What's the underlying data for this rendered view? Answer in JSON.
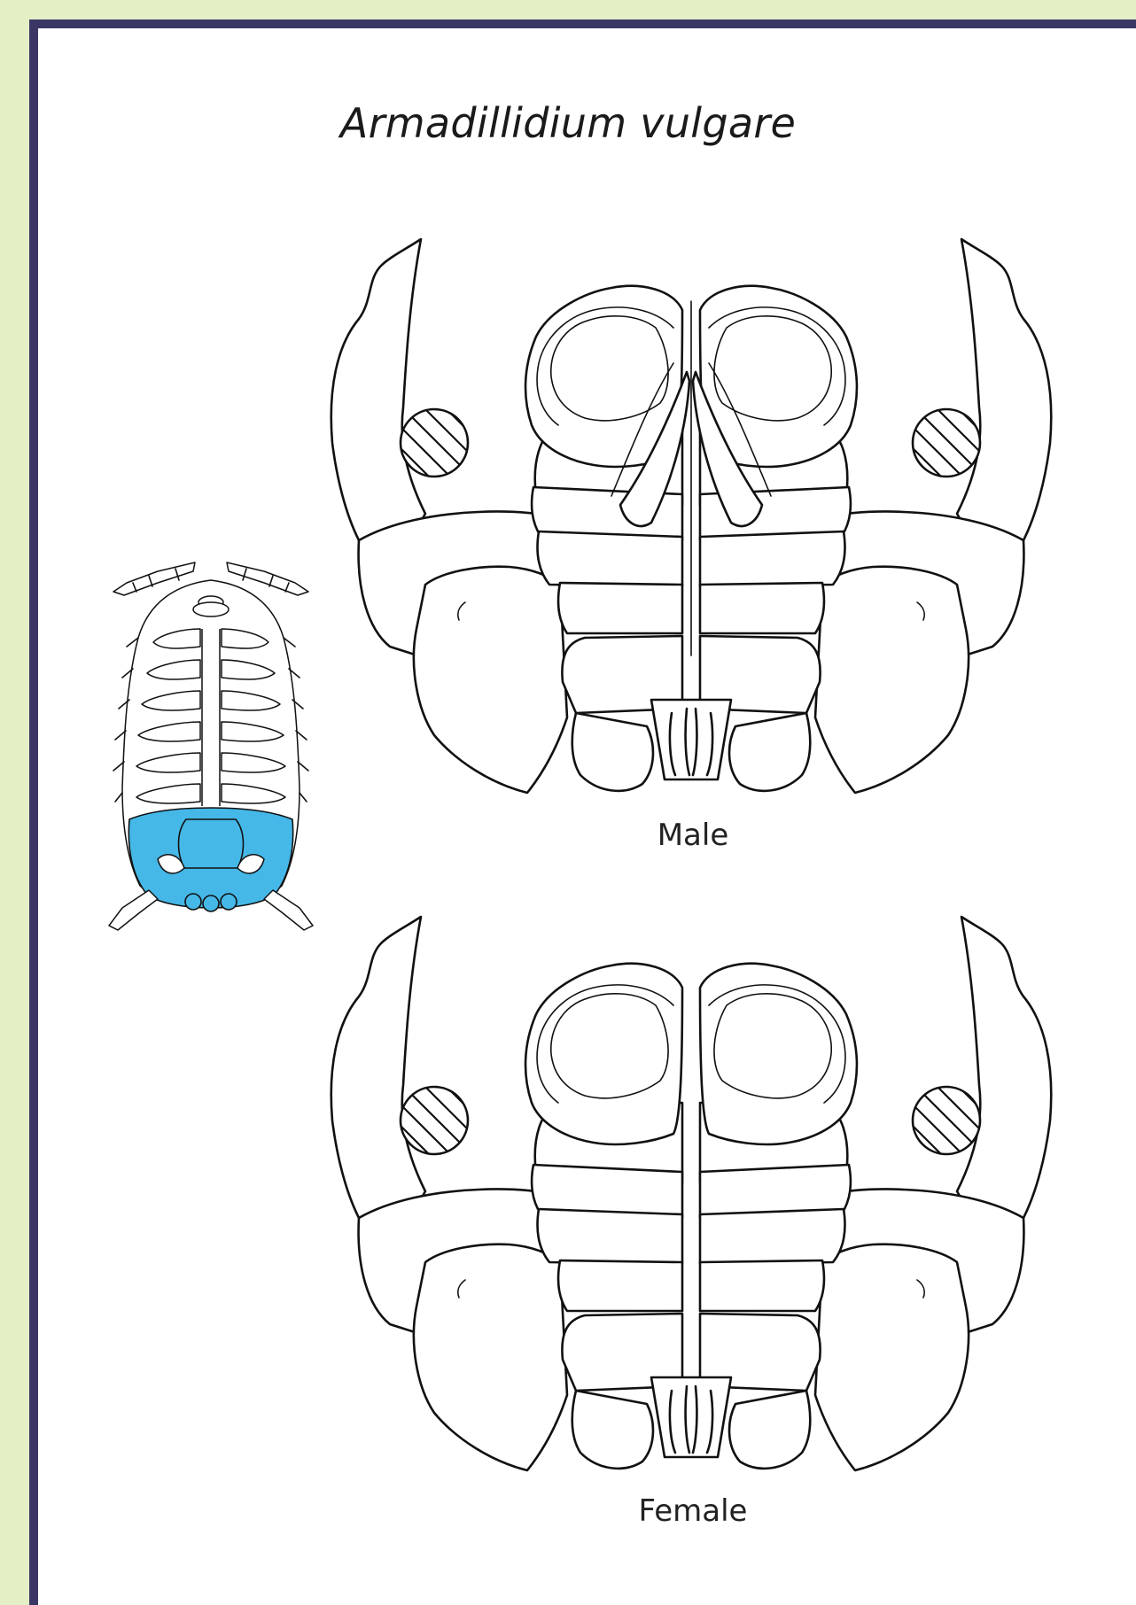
{
  "title": "Armadillidium vulgare",
  "labels": {
    "male": "Male",
    "female": "Female"
  },
  "colors": {
    "background": "#e4efc6",
    "frame_border": "#3a3766",
    "highlight": "#45b8e8"
  }
}
